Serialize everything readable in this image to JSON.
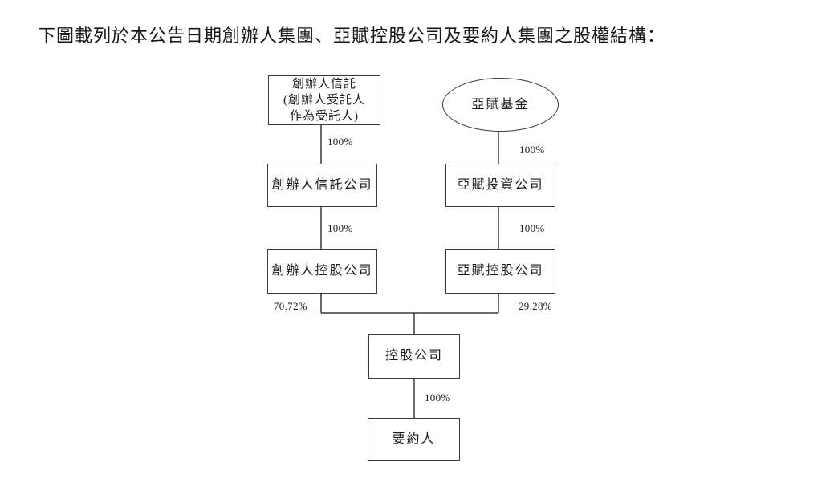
{
  "page": {
    "title": "下圖載列於本公告日期創辦人集團、亞賦控股公司及要約人集團之股權結構："
  },
  "diagram": {
    "founder_trust": {
      "line1": "創辦人信託",
      "line2": "(創辦人受託人",
      "line3": "作為受託人)"
    },
    "fund": "亞賦基金",
    "founder_trust_company": "創辦人信託公司",
    "fund_investment_company": "亞賦投資公司",
    "founder_holding_company": "創辦人控股公司",
    "fund_holding_company": "亞賦控股公司",
    "holding_company": "控股公司",
    "offeror": "要約人",
    "percentages": {
      "founder_trust_to_trust_co": "100%",
      "fund_to_invest_co": "100%",
      "trust_co_to_founder_holding": "100%",
      "invest_co_to_fund_holding": "100%",
      "founder_holding_share": "70.72%",
      "fund_holding_share": "29.28%",
      "holdco_to_offeror": "100%"
    }
  }
}
